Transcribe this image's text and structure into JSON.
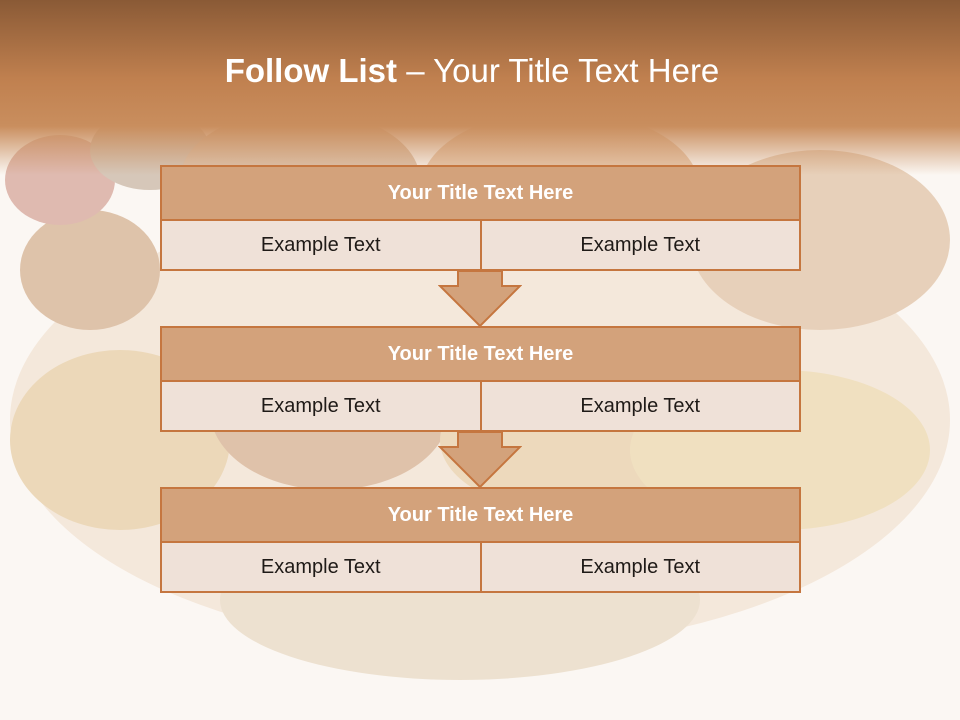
{
  "slide": {
    "title_bold": "Follow List",
    "title_rest": " – Your Title Text Here"
  },
  "stages": [
    {
      "title": "Your Title Text Here",
      "left": "Example Text",
      "right": "Example Text"
    },
    {
      "title": "Your Title Text Here",
      "left": "Example Text",
      "right": "Example Text"
    },
    {
      "title": "Your Title Text Here",
      "left": "Example Text",
      "right": "Example Text"
    }
  ],
  "colors": {
    "header_brown": "#c0804f",
    "box_fill": "#d3a27b",
    "box_border": "#c5763f",
    "row_fill": "#efe1d8"
  }
}
